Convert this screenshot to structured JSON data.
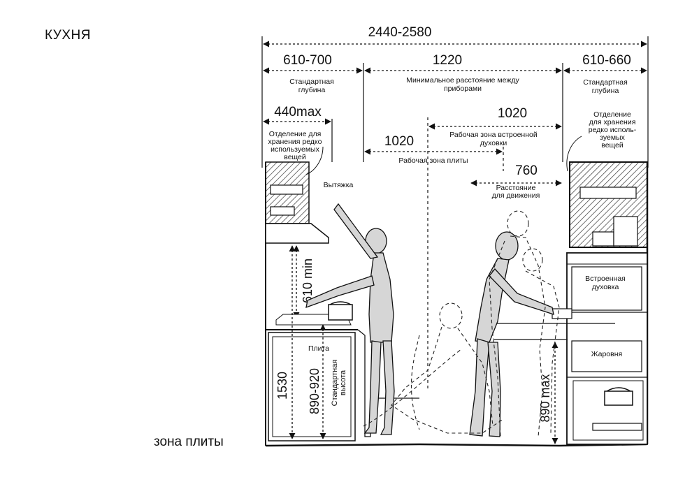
{
  "title": "КУХНЯ",
  "zone_label": "зона плиты",
  "dimensions": {
    "total": "2440-2580",
    "left_depth": "610-700",
    "left_depth_label": "Стандартная глубина",
    "min_distance": "1220",
    "min_distance_label": "Минимальное расстояние между приборами",
    "right_depth": "610-660",
    "right_depth_label": "Стандартная глубина",
    "storage_max": "440max",
    "storage_label_left": "Отделение для хранения редко используемых вещей",
    "storage_label_right": "Отделение для хранения редко используемых вещей",
    "oven_zone": "1020",
    "oven_zone_label": "Рабочая зона встроенной духовки",
    "stove_zone": "1020",
    "stove_zone_label": "Рабочая зона плиты",
    "movement": "760",
    "movement_label": "Расстояние для движения",
    "hood_min": "610 min",
    "total_height": "1530",
    "counter_height": "890-920",
    "counter_height_label": "Стандартная высота",
    "oven_max": "890 max"
  },
  "labels": {
    "hood": "Вытяжка",
    "stove": "Плита",
    "built_in_oven": "Встроенная духовка",
    "roaster": "Жаровня"
  }
}
